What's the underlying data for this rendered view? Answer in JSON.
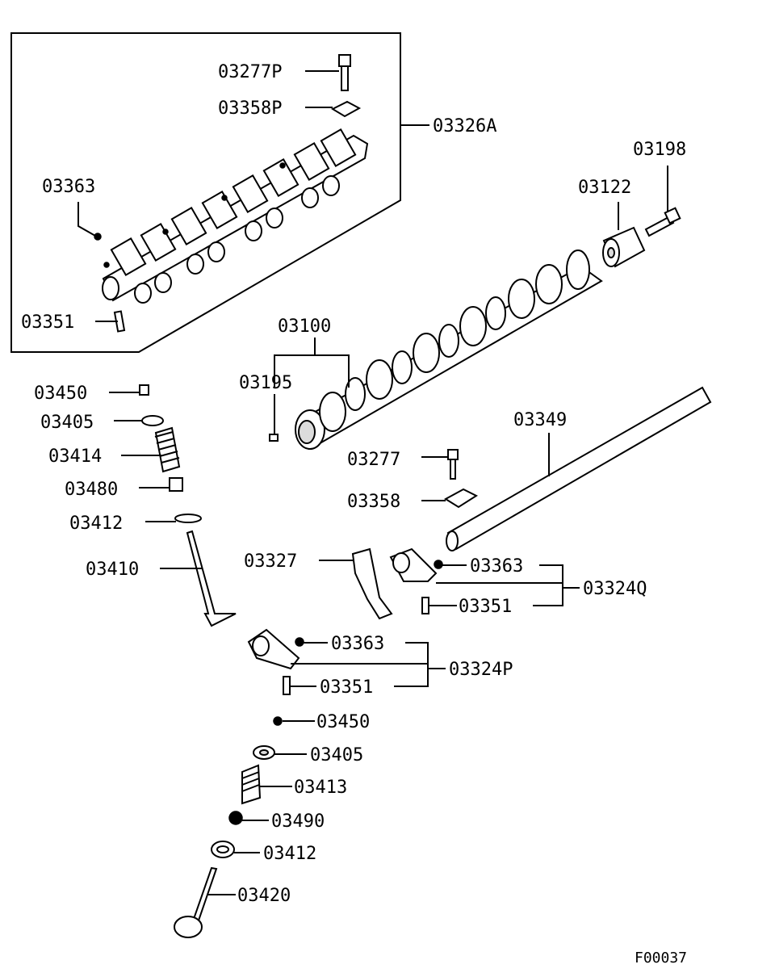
{
  "diagram": {
    "figure_code": "F00037",
    "labels": {
      "p03277P": "03277P",
      "p03358P": "03358P",
      "p03326A": "03326A",
      "p03363a": "03363",
      "p03351a": "03351",
      "p03198": "03198",
      "p03122": "03122",
      "p03100": "03100",
      "p03195": "03195",
      "p03450a": "03450",
      "p03405a": "03405",
      "p03414": "03414",
      "p03480": "03480",
      "p03412a": "03412",
      "p03410": "03410",
      "p03349": "03349",
      "p03277": "03277",
      "p03358": "03358",
      "p03327": "03327",
      "p03363b": "03363",
      "p03324Q": "03324Q",
      "p03351b": "03351",
      "p03363c": "03363",
      "p03324P": "03324P",
      "p03351c": "03351",
      "p03450b": "03450",
      "p03405b": "03405",
      "p03413": "03413",
      "p03490": "03490",
      "p03412b": "03412",
      "p03420": "03420"
    }
  }
}
